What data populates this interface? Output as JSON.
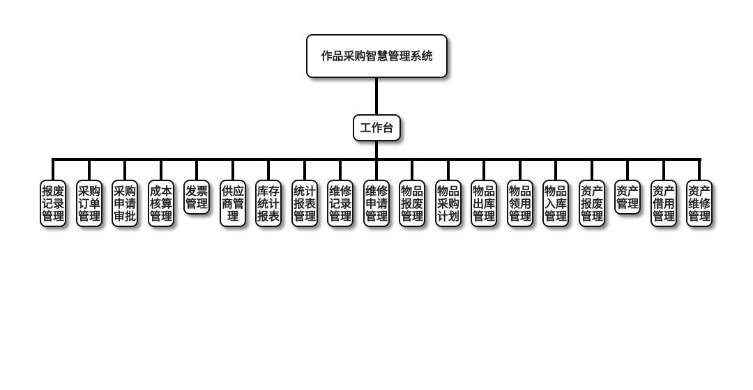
{
  "root": {
    "label": "作品采购智慧管理系统"
  },
  "hub": {
    "label": "工作台"
  },
  "modules": [
    {
      "label": "报废记录管理"
    },
    {
      "label": "采购订单管理"
    },
    {
      "label": "采购申请审批"
    },
    {
      "label": "成本核算管理"
    },
    {
      "label": "发票管理"
    },
    {
      "label": "供应商管理"
    },
    {
      "label": "库存统计报表"
    },
    {
      "label": "统计报表管理"
    },
    {
      "label": "维修记录管理"
    },
    {
      "label": "维修申请管理"
    },
    {
      "label": "物品报废管理"
    },
    {
      "label": "物品采购计划"
    },
    {
      "label": "物品出库管理"
    },
    {
      "label": "物品领用管理"
    },
    {
      "label": "物品入库管理"
    },
    {
      "label": "资产报废管理"
    },
    {
      "label": "资产管理"
    },
    {
      "label": "资产借用管理"
    },
    {
      "label": "资产维修管理"
    }
  ]
}
